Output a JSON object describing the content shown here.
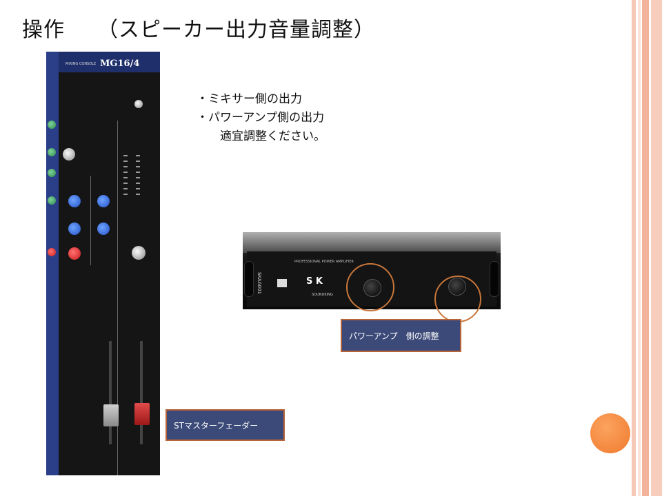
{
  "slide": {
    "title": "操作　　（スピーカー出力音量調整）",
    "bullets": [
      "・ミキサー側の出力",
      "・パワーアンプ側の出力",
      "　　適宜調整ください。"
    ],
    "callouts": {
      "amp": "パワーアンプ　側の調整",
      "fader": "STマスターフェーダー"
    },
    "mixer_photo": {
      "model": "MG16/4",
      "subtitle": "MIXING CONSOLE"
    },
    "amp_photo": {
      "brand": "S K",
      "brand_sub": "SOUNDKING",
      "label": "PROFESSIONAL POWER AMPLIFIER",
      "side_text": "SKAA001"
    }
  },
  "colors": {
    "callout_fill": "#3c4a79",
    "callout_border": "#b8643a",
    "accent_orange": "#f07a2e",
    "stripe": "#f3b39b"
  }
}
